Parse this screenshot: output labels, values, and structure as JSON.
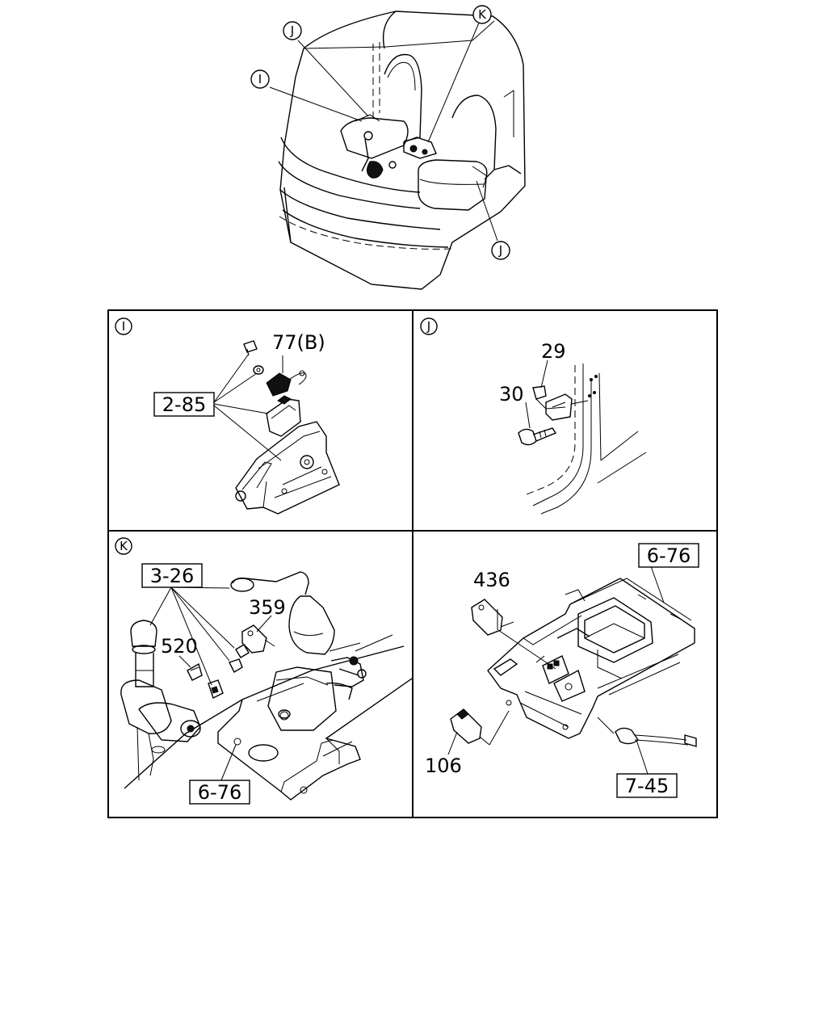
{
  "overview": {
    "callouts": [
      "J",
      "I",
      "K",
      "J"
    ]
  },
  "panels": {
    "I": {
      "label": "I",
      "parts": [
        "77(B)",
        "2-85"
      ]
    },
    "J": {
      "label": "J",
      "parts": [
        "29",
        "30"
      ]
    },
    "K": {
      "label": "K",
      "parts": [
        "3-26",
        "359",
        "520",
        "6-76"
      ]
    },
    "L": {
      "parts": [
        "6-76",
        "436",
        "106",
        "7-45"
      ]
    }
  }
}
